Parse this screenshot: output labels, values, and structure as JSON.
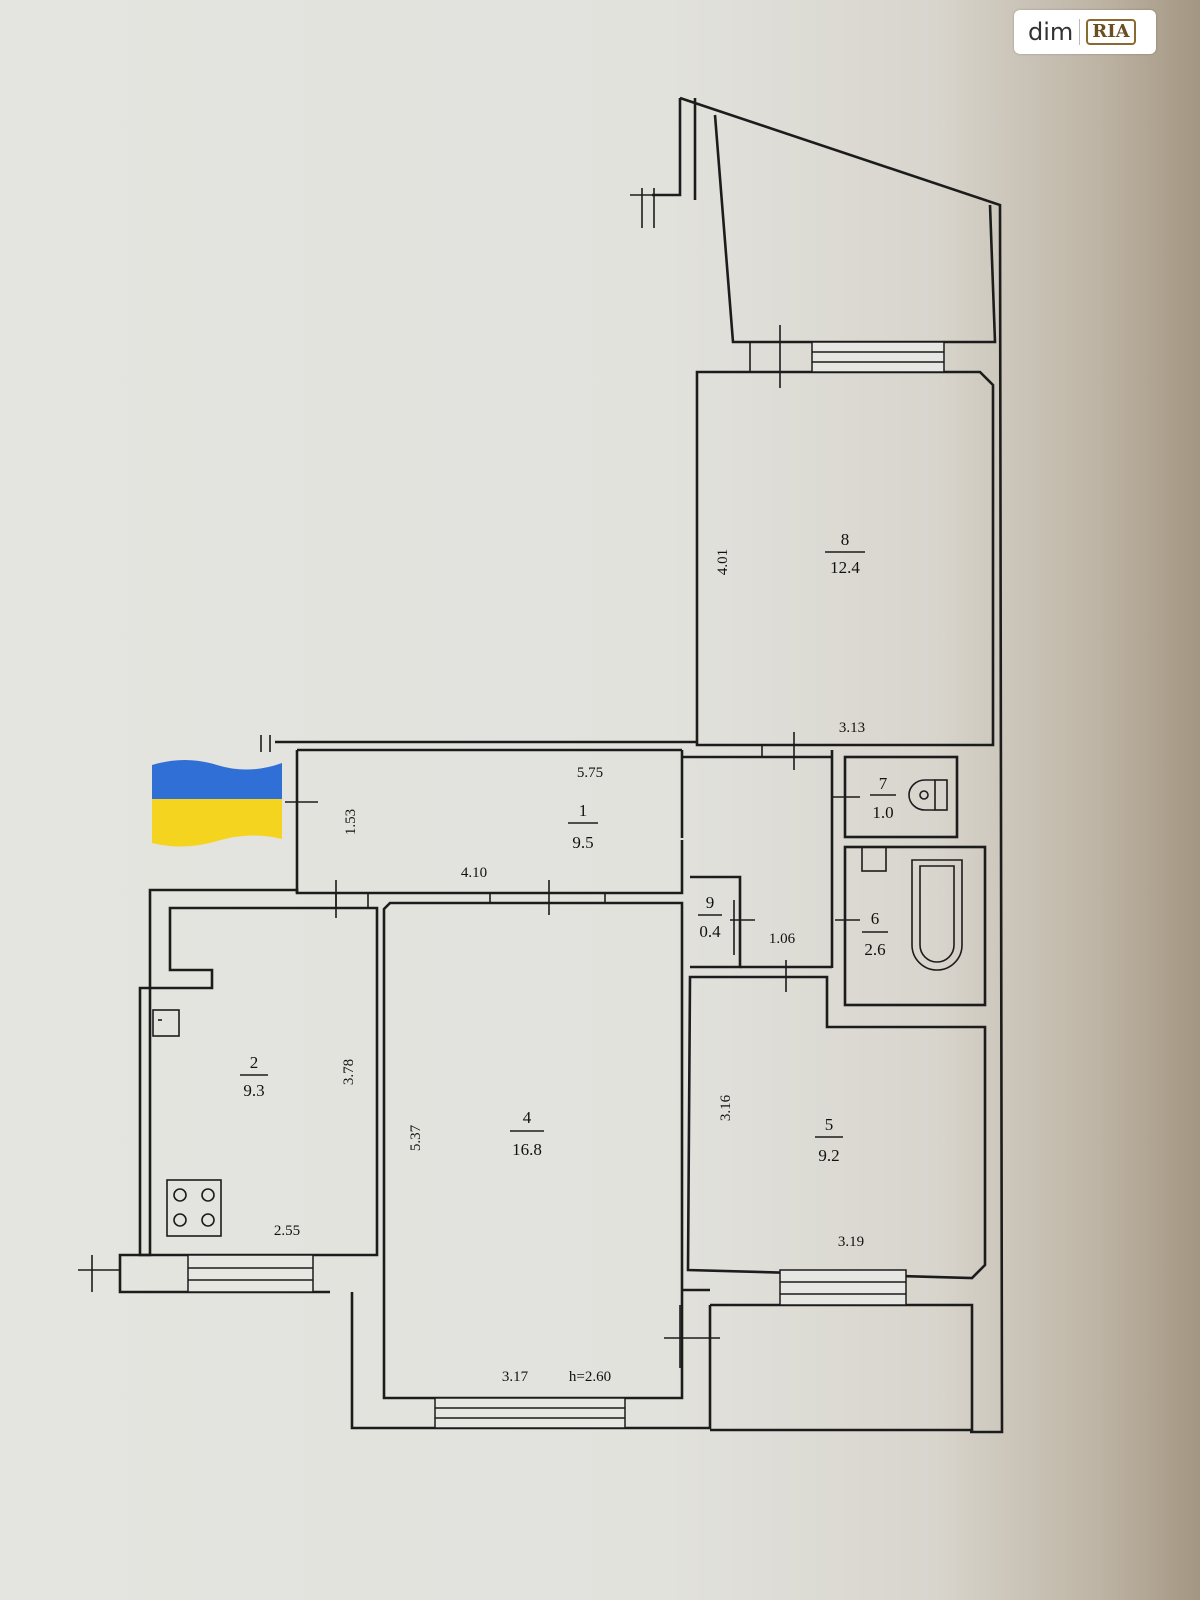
{
  "watermark": {
    "brand": "dim",
    "brand_sub": "RIA"
  },
  "flag": {
    "name": "ukraine-flag",
    "colors": [
      "#2f6fd6",
      "#f5d41f"
    ]
  },
  "rooms": [
    {
      "number": "1",
      "area": "9.5"
    },
    {
      "number": "2",
      "area": "9.3"
    },
    {
      "number": "4",
      "area": "16.8"
    },
    {
      "number": "5",
      "area": "9.2"
    },
    {
      "number": "6",
      "area": "2.6"
    },
    {
      "number": "7",
      "area": "1.0"
    },
    {
      "number": "8",
      "area": "12.4"
    },
    {
      "number": "9",
      "area": "0.4"
    }
  ],
  "dimensions": {
    "room8_height": "4.01",
    "room8_width": "3.13",
    "corridor_length": "5.75",
    "corridor_width": "1.53",
    "corridor_lower": "4.10",
    "closet_width": "1.06",
    "kitchen_height": "3.78",
    "kitchen_width": "2.55",
    "room4_height": "5.37",
    "room4_width": "3.17",
    "ceiling_height": "h=2.60",
    "room5_height": "3.16",
    "room5_width": "3.19"
  }
}
